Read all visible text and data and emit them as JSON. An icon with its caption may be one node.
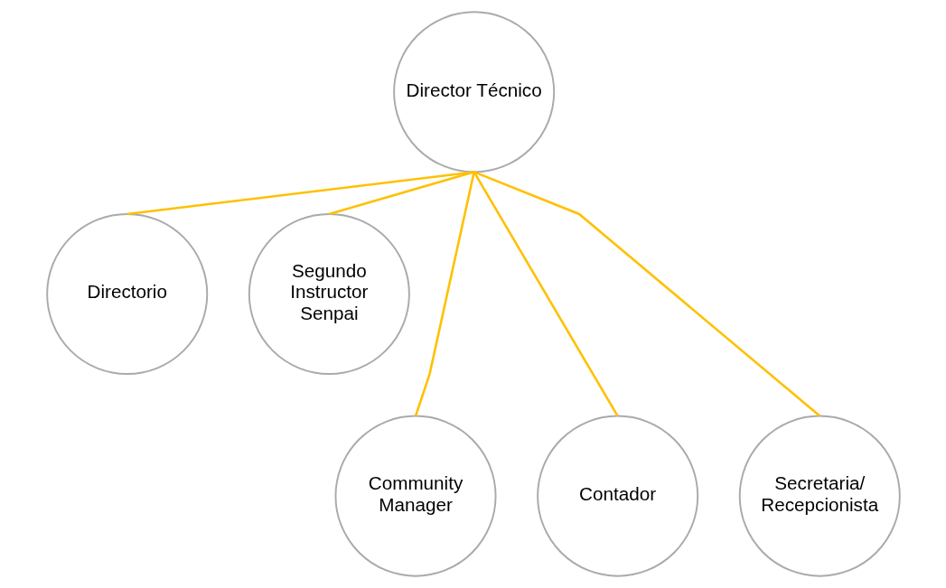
{
  "diagram": {
    "nodes": [
      {
        "text": [
          "Director Técnico"
        ]
      },
      {
        "text": [
          "Directorio"
        ]
      },
      {
        "text": [
          "Segundo Instructor Senpai"
        ]
      },
      {
        "text": [
          "Community Manager"
        ]
      },
      {
        "text": [
          "Contador"
        ]
      },
      {
        "text": [
          "Secretaria/ Recepcionista"
        ]
      }
    ],
    "edges": [
      {
        "from": 0,
        "to": 1,
        "arrow": "none"
      },
      {
        "from": 0,
        "to": 2,
        "arrow": "none"
      },
      {
        "from": 0,
        "to": 3,
        "arrow": "none"
      },
      {
        "from": 0,
        "to": 4,
        "arrow": "none"
      },
      {
        "from": 0,
        "to": 5,
        "arrow": "none"
      }
    ]
  }
}
